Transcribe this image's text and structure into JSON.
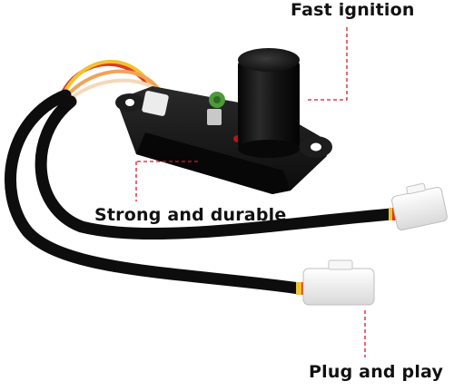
{
  "labels": {
    "fast_ignition": "Fast ignition",
    "strong_durable": "Strong and durable",
    "plug_play": "Plug and play"
  },
  "colors": {
    "accent_dashed": "#d8182a",
    "module_body": "#141414",
    "cable": "#0d0d0d",
    "connector": "#f4f4f4"
  }
}
